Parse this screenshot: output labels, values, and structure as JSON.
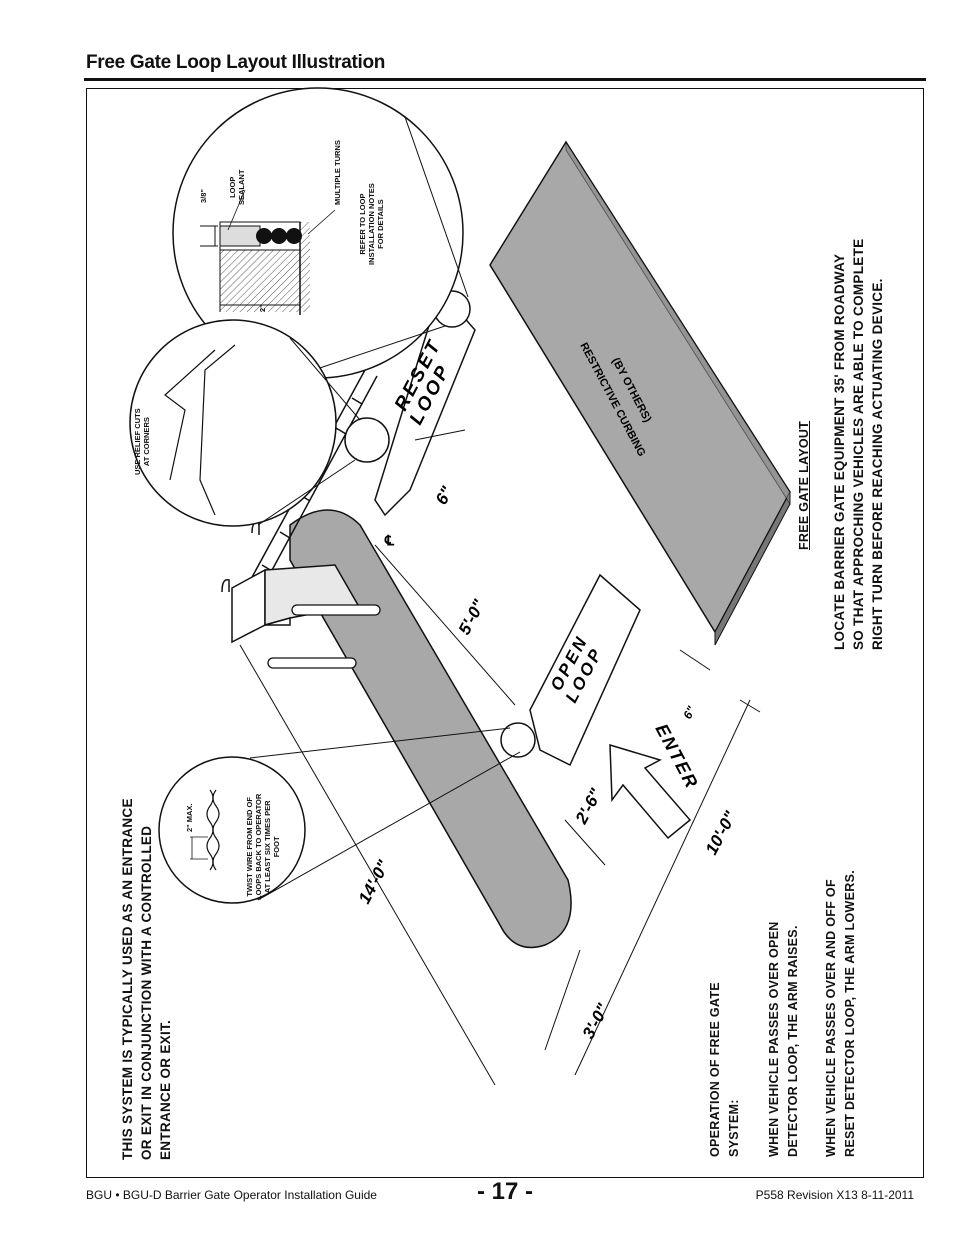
{
  "header": {
    "title": "Free Gate Loop Layout Illustration"
  },
  "footer": {
    "left": "BGU • BGU-D Barrier Gate Operator Installation Guide",
    "page_number": "- 17 -",
    "right": "P558 Revision X13 8-11-2011"
  },
  "notes": {
    "system_line1": "THIS SYSTEM IS TYPICALLY USED AS AN ENTRANCE",
    "system_line2": "OR EXIT IN CONJUNCTION WITH A CONTROLLED",
    "system_line3": "ENTRANCE OR EXIT.",
    "operation_line1": "OPERATION OF FREE GATE",
    "operation_line2": "SYSTEM:",
    "open_line1": "WHEN VEHICLE PASSES OVER OPEN",
    "open_line2": "DETECTOR LOOP, THE ARM RAISES.",
    "reset_line1": "WHEN VEHICLE PASSES OVER AND OFF OF",
    "reset_line2": "RESET DETECTOR LOOP, THE ARM LOWERS.",
    "layout_heading": "FREE GATE LAYOUT",
    "layout_line1": "LOCATE BARRIER GATE EQUIPMENT 35' FROM ROADWAY",
    "layout_line2": "SO THAT APPROCHING VEHICLES ARE ABLE TO COMPLETE",
    "layout_line3": "RIGHT TURN BEFORE REACHING ACTUATING DEVICE."
  },
  "callouts": {
    "sealant_line1": "LOOP",
    "sealant_line2": "SEALANT",
    "multiple_turns": "MULTIPLE TURNS",
    "refer_line1": "REFER TO LOOP",
    "refer_line2": "INSTALLATION NOTES",
    "refer_line3": "FOR DETAILS",
    "dim_3_8": "3/8\"",
    "dim_2": "2\"",
    "relief_line1": "USE RELIEF CUTS",
    "relief_line2": "AT CORNERS",
    "twist_line1": "TWIST WIRE FROM END OF",
    "twist_line2": "LOOPS BACK TO OPERATOR",
    "twist_line3": "AT LEAST SIX TIMES PER",
    "twist_line4": "FOOT",
    "twist_max": "2\" MAX."
  },
  "diagram": {
    "reset_loop_line1": "RESET",
    "reset_loop_line2": "LOOP",
    "open_loop_line1": "OPEN",
    "open_loop_line2": "LOOP",
    "enter": "ENTER",
    "curbing_line1": "RESTRICTIVE CURBING",
    "curbing_line2": "(BY OTHERS)",
    "centerline": "℄",
    "dim_6_top": "6\"",
    "dim_5_0": "5'-0\"",
    "dim_6_right": "6\"",
    "dim_2_6": "2'-6\"",
    "dim_10_0": "10'-0\"",
    "dim_14_0": "14'-0\"",
    "dim_3_0": "3'-0\""
  }
}
